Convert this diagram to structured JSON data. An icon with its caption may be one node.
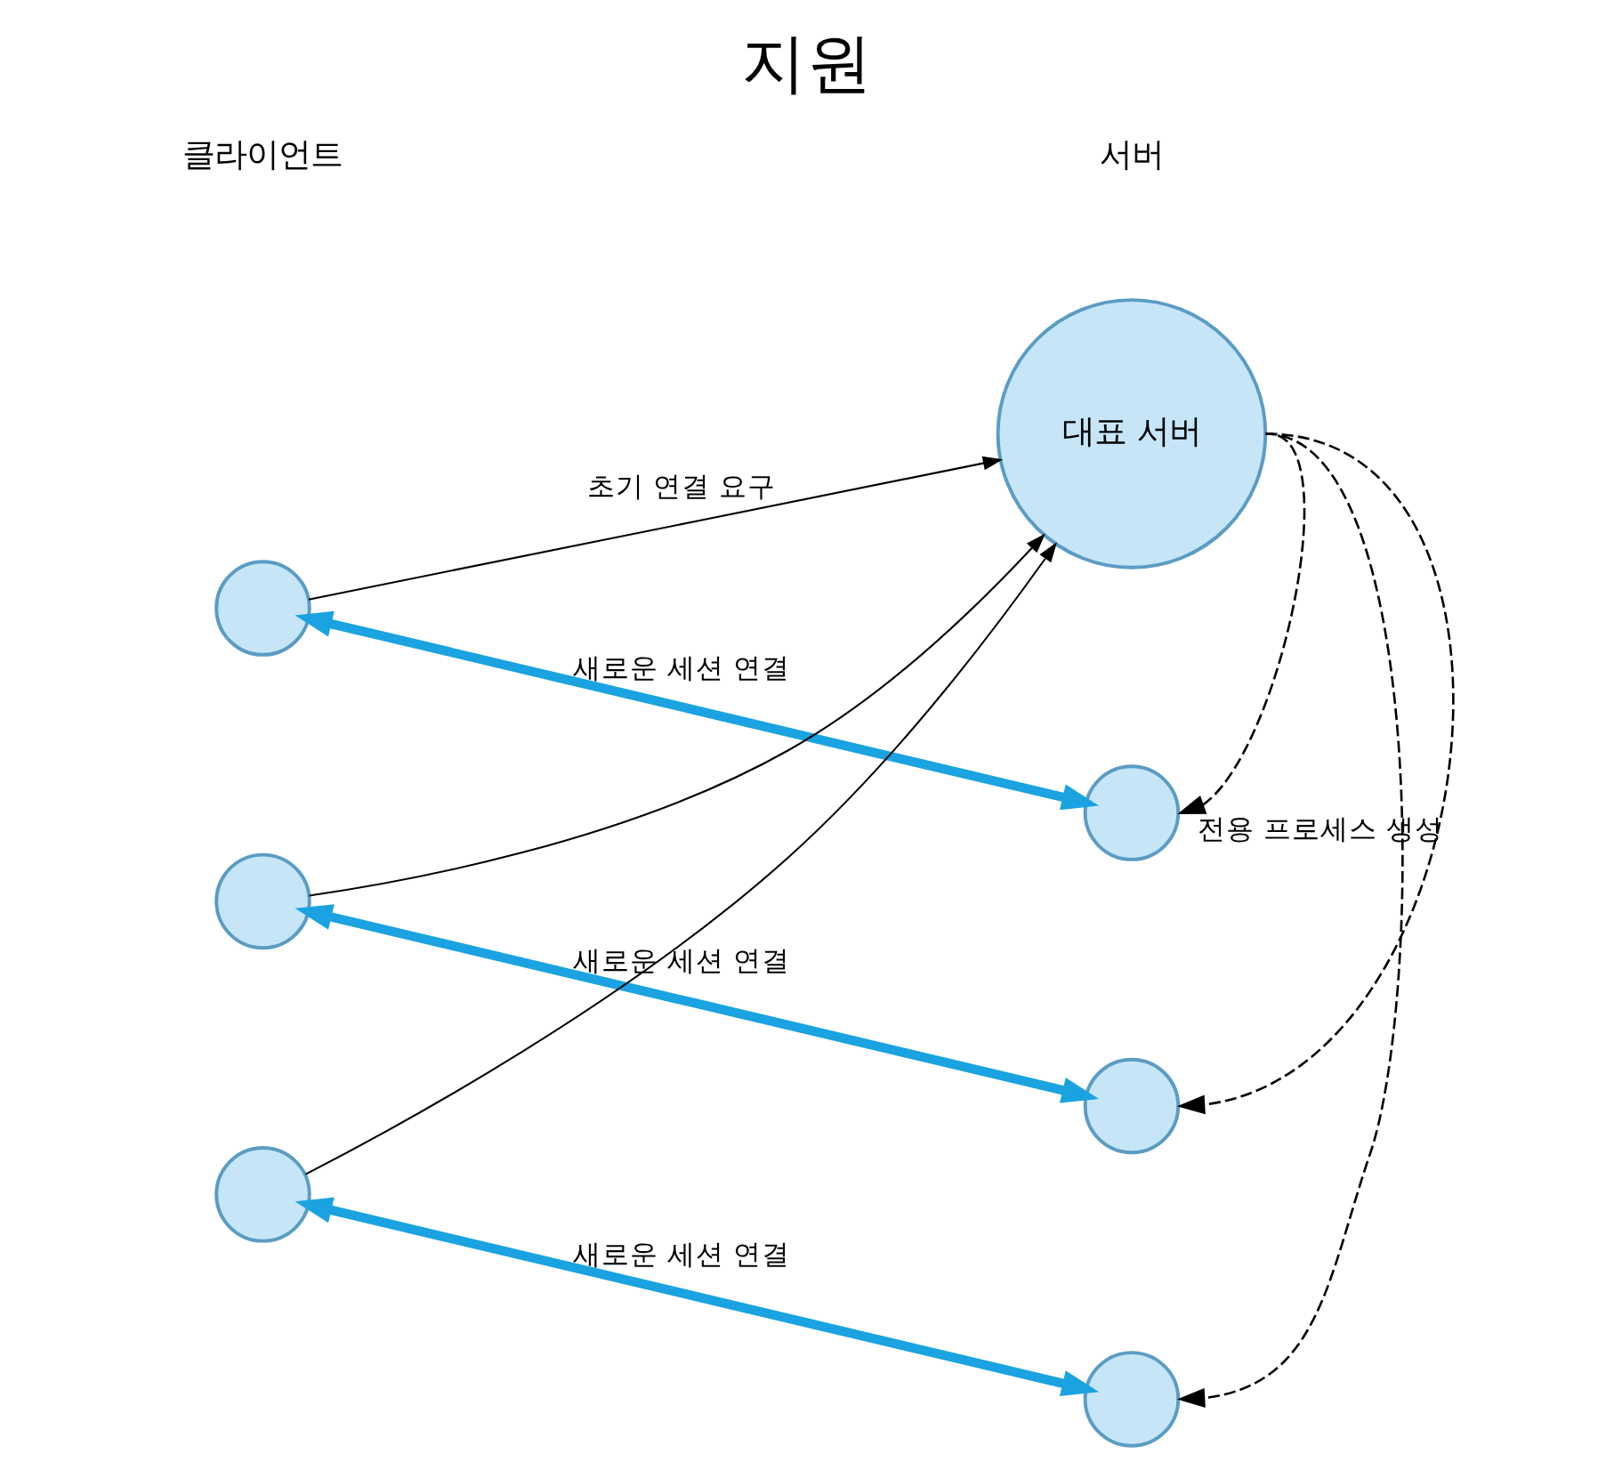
{
  "diagram": {
    "title": "지원",
    "nodes": [
      {
        "text": [
          "대표 서버"
        ]
      },
      {
        "text": [],
        "shape": "circle"
      },
      {
        "text": [],
        "shape": "circle"
      },
      {
        "text": [],
        "shape": "circle"
      },
      {
        "text": [],
        "shape": "circle"
      },
      {
        "text": [],
        "shape": "circle"
      },
      {
        "text": [],
        "shape": "circle"
      }
    ],
    "edges": [
      {
        "from": 1,
        "to": 0,
        "arrow": "to",
        "label": "초기 연결 요구"
      },
      {
        "from": 2,
        "to": 0,
        "arrow": "to"
      },
      {
        "from": 3,
        "to": 0,
        "arrow": "to"
      },
      {
        "from": 1,
        "to": 4,
        "arrow": "both",
        "label": "새로운 세션 연결",
        "style": "thick",
        "color": "#1aa3e0"
      },
      {
        "from": 2,
        "to": 5,
        "arrow": "both",
        "label": "새로운 세션 연결",
        "style": "thick",
        "color": "#1aa3e0"
      },
      {
        "from": 3,
        "to": 6,
        "arrow": "both",
        "label": "새로운 세션 연결",
        "style": "thick",
        "color": "#1aa3e0"
      },
      {
        "from": 0,
        "to": 4,
        "arrow": "to",
        "style": "dashed"
      },
      {
        "from": 0,
        "to": 5,
        "arrow": "to",
        "style": "dashed",
        "label": "전용 프로세스 생성"
      },
      {
        "from": 0,
        "to": 6,
        "arrow": "to",
        "style": "dashed"
      }
    ],
    "labels": [
      "클라이언트",
      "서버"
    ]
  }
}
